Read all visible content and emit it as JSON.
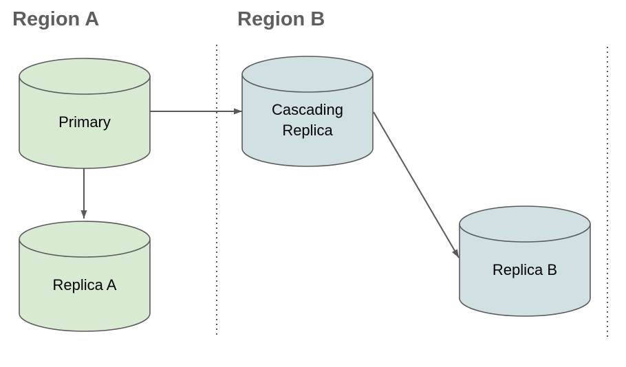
{
  "diagram": {
    "regions": [
      {
        "id": "region-a",
        "label": "Region A"
      },
      {
        "id": "region-b",
        "label": "Region B"
      }
    ],
    "nodes": [
      {
        "id": "primary",
        "label": "Primary",
        "region": "Region A",
        "shape": "database-cylinder",
        "fill": "#d9ead3"
      },
      {
        "id": "replica-a",
        "label": "Replica A",
        "region": "Region A",
        "shape": "database-cylinder",
        "fill": "#d9ead3"
      },
      {
        "id": "cascading-replica",
        "label": "Cascading Replica",
        "region": "Region B",
        "shape": "database-cylinder",
        "fill": "#d0e0e3"
      },
      {
        "id": "replica-b",
        "label": "Replica B",
        "region": "Region B",
        "shape": "database-cylinder",
        "fill": "#d0e0e3"
      }
    ],
    "edges": [
      {
        "from": "primary",
        "to": "cascading-replica",
        "style": "arrow"
      },
      {
        "from": "primary",
        "to": "replica-a",
        "style": "arrow"
      },
      {
        "from": "cascading-replica",
        "to": "replica-b",
        "style": "arrow"
      }
    ]
  },
  "colors": {
    "green_fill": "#d9ead3",
    "blue_fill": "#d0e0e3",
    "outline": "#595959",
    "connector": "#595959",
    "divider": "#555555",
    "title_text": "#5e5e5e",
    "label_text": "#000000",
    "background": "#ffffff"
  }
}
